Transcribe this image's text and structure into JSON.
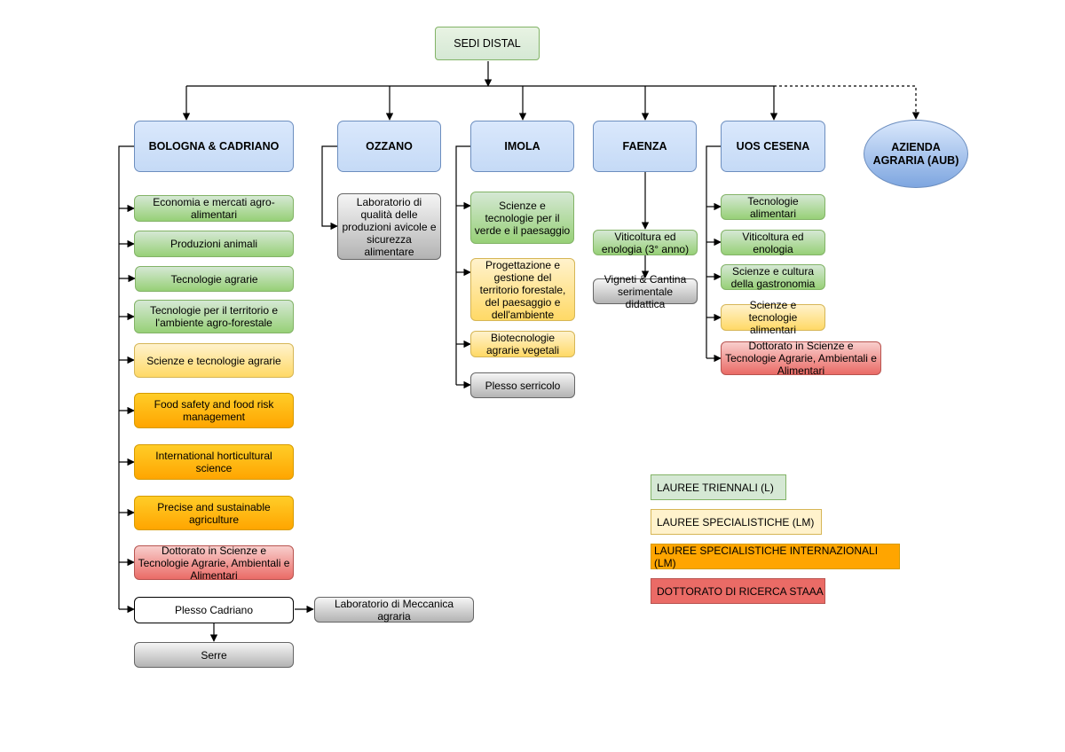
{
  "root": "SEDI DISTAL",
  "campuses": {
    "bologna": "BOLOGNA & CADRIANO",
    "ozzano": "OZZANO",
    "imola": "IMOLA",
    "faenza": "FAENZA",
    "cesena": "UOS CESENA",
    "azienda": "AZIENDA AGRARIA (AUB)"
  },
  "bologna_items": [
    "Economia e mercati agro-alimentari",
    "Produzioni animali",
    "Tecnologie agrarie",
    "Tecnologie per il territorio e l'ambiente agro-forestale",
    "Scienze e tecnologie agrarie",
    "Food safety and food risk management",
    "International horticultural science",
    "Precise and sustainable agriculture",
    "Dottorato in Scienze e Tecnologie Agrarie, Ambientali e Alimentari",
    "Plesso Cadriano",
    "Laboratorio di Meccanica agraria",
    "Serre"
  ],
  "ozzano_items": [
    "Laboratorio di qualità delle produzioni avicole e sicurezza alimentare"
  ],
  "imola_items": [
    "Scienze e tecnologie per il verde e il paesaggio",
    "Progettazione e gestione del territorio forestale, del paesaggio e dell'ambiente",
    "Biotecnologie agrarie vegetali",
    "Plesso serricolo"
  ],
  "faenza_items": [
    "Viticoltura ed enologia (3° anno)",
    "Vigneti & Cantina serimentale didattica"
  ],
  "cesena_items": [
    "Tecnologie alimentari",
    "Viticoltura ed enologia",
    "Scienze e cultura della gastronomia",
    "Scienze e tecnologie alimentari",
    "Dottorato in Scienze e Tecnologie Agrarie, Ambientali e Alimentari"
  ],
  "legend": [
    "LAUREE TRIENNALI (L)",
    "LAUREE SPECIALISTICHE (LM)",
    "LAUREE SPECIALISTICHE INTERNAZIONALI (LM)",
    "DOTTORATO DI RICERCA STAAA"
  ],
  "colors": {
    "triennali": "#97d077",
    "specialistiche": "#ffd966",
    "internazionali": "#ffa500",
    "dottorato": "#ea6b66",
    "strutture": "#b3b3b3",
    "sedi": "#dae8fc"
  }
}
